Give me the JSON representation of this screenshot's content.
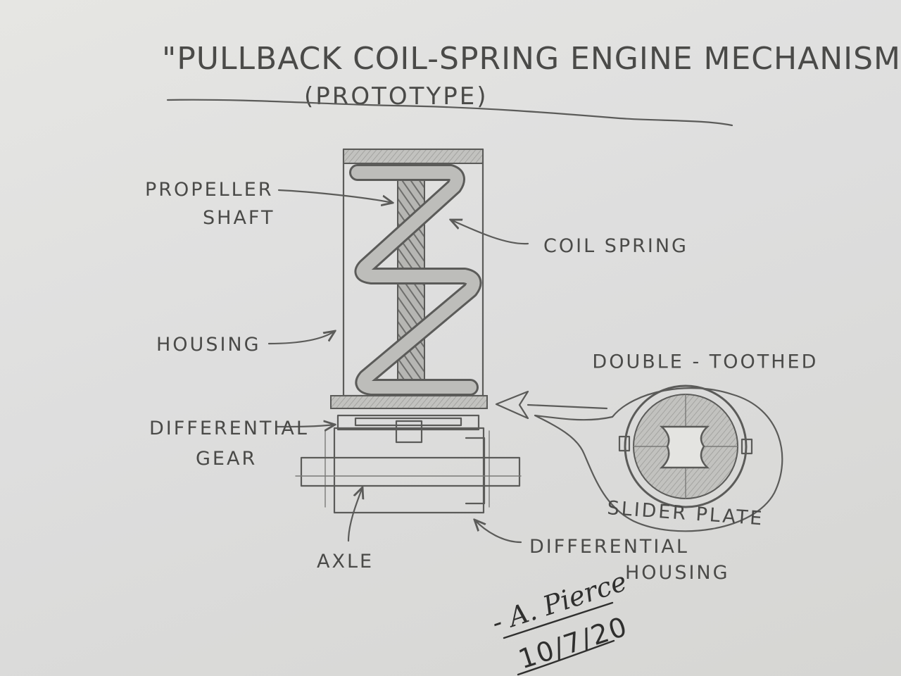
{
  "title": "\"PULLBACK COIL-SPRING ENGINE MECHANISM\"",
  "subtitle": "(PROTOTYPE)",
  "labels": {
    "propeller_shaft_line1": "PROPELLER",
    "propeller_shaft_line2": "SHAFT",
    "coil_spring": "COIL SPRING",
    "housing": "HOUSING",
    "differential_gear_line1": "DIFFERENTIAL",
    "differential_gear_line2": "GEAR",
    "axle": "AXLE",
    "differential_housing_line1": "DIFFERENTIAL",
    "differential_housing_line2": "HOUSING",
    "double_toothed": "DOUBLE - TOOTHED",
    "slider_plate": "SLIDER PLATE"
  },
  "signature": {
    "name": "- A. Pierce",
    "date": "10/7/20"
  },
  "colors": {
    "paper": "#e2e2df",
    "pencil": "#5b5b59",
    "ink": "#2f2f2e"
  }
}
